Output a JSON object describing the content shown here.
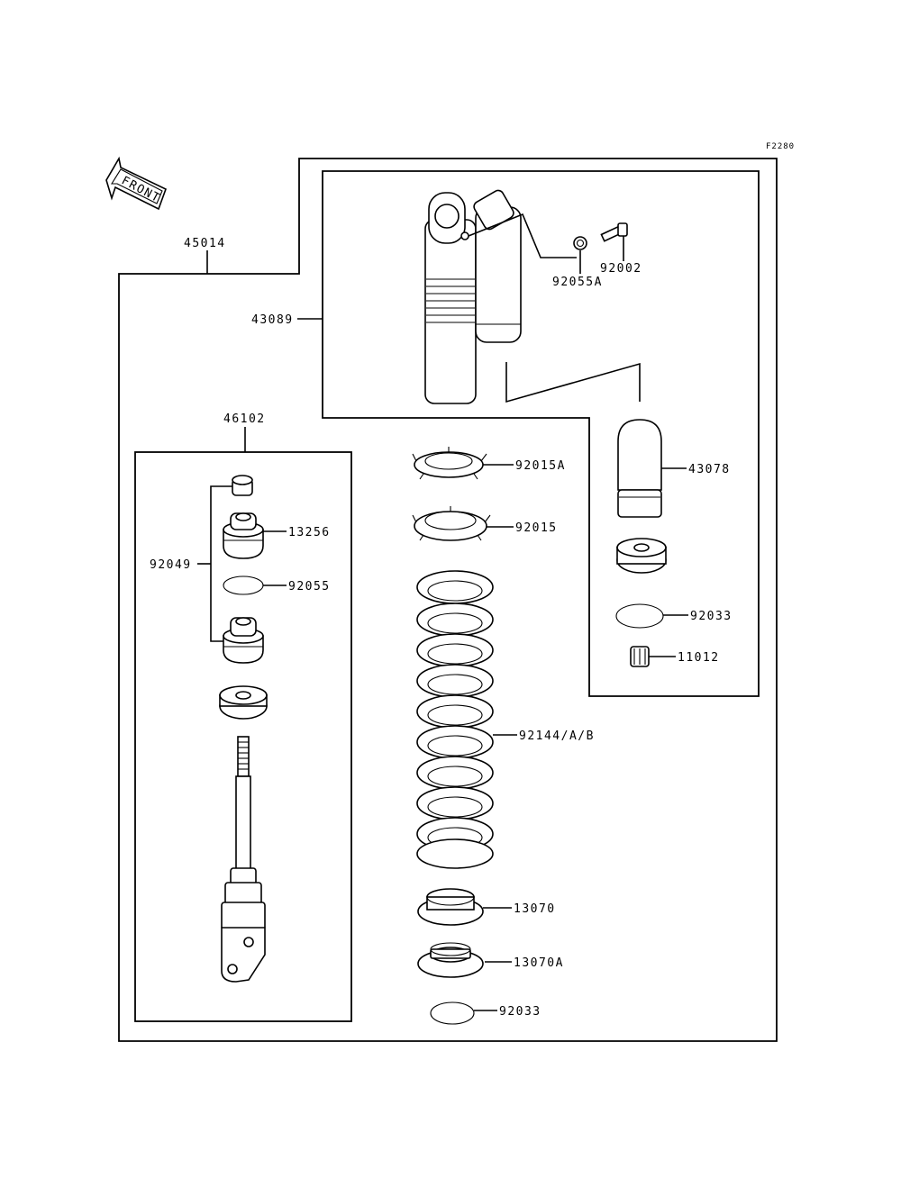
{
  "figure_code": "F2280",
  "front_label": "FRONT",
  "parts": {
    "p45014": "45014",
    "p43089": "43089",
    "p92055A": "92055A",
    "p92002": "92002",
    "p43078": "43078",
    "p92033_upper": "92033",
    "p11012": "11012",
    "p46102": "46102",
    "p92049": "92049",
    "p13256": "13256",
    "p92055": "92055",
    "p92015A": "92015A",
    "p92015": "92015",
    "p92144": "92144/A/B",
    "p13070": "13070",
    "p13070A": "13070A",
    "p92033_lower": "92033"
  }
}
